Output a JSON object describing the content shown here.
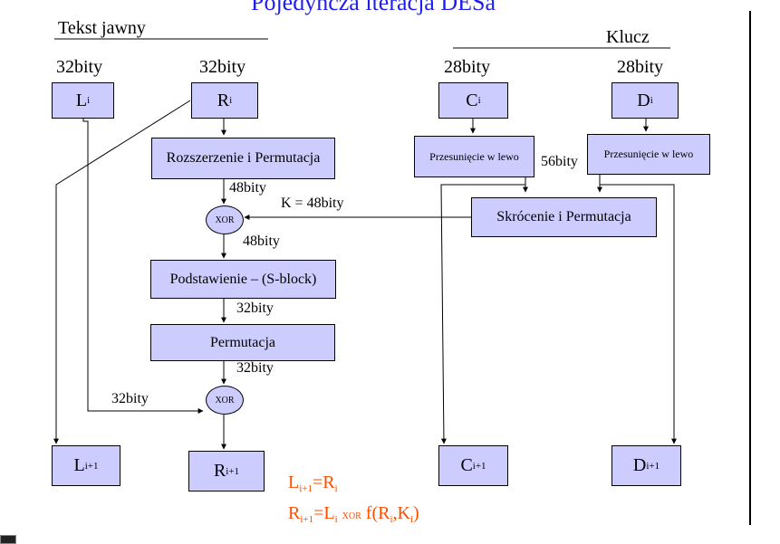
{
  "title": "Pojedyncza iteracja DESa",
  "headers": {
    "plaintext": "Tekst jawny",
    "key": "Klucz"
  },
  "sizes": {
    "left_32": "32bity",
    "right_32": "32bity",
    "c_28": "28bity",
    "d_28": "28bity",
    "bits56": "56bity",
    "k48": "K = 48bity",
    "after_expand": "48bity",
    "after_xor": "48bity",
    "after_sbox": "32bity",
    "after_perm": "32bity",
    "l_to_xor": "32bity"
  },
  "boxes": {
    "L": "L",
    "R": "R",
    "C": "C",
    "D": "D",
    "expand": "Rozszerzenie i Permutacja",
    "shift_left_c": "Przesunięcie w lewo",
    "shift_left_d": "Przesunięcie w lewo",
    "compress": "Skrócenie i Permutacja",
    "sbox": "Podstawienie – (S-block)",
    "perm": "Permutacja",
    "xor": "XOR"
  },
  "subscripts": {
    "i": "i",
    "i1": "i+1"
  },
  "formulas": {
    "eq": "=",
    "xor_word": "xor",
    "f": "f(",
    "comma": ",",
    "close": ")",
    "R_letter": "R",
    "L_letter": "L",
    "K_letter": "K"
  },
  "colors": {
    "box_fill": "#ccccff",
    "title": "#1e1ef0",
    "formula": "#ff4d00"
  }
}
